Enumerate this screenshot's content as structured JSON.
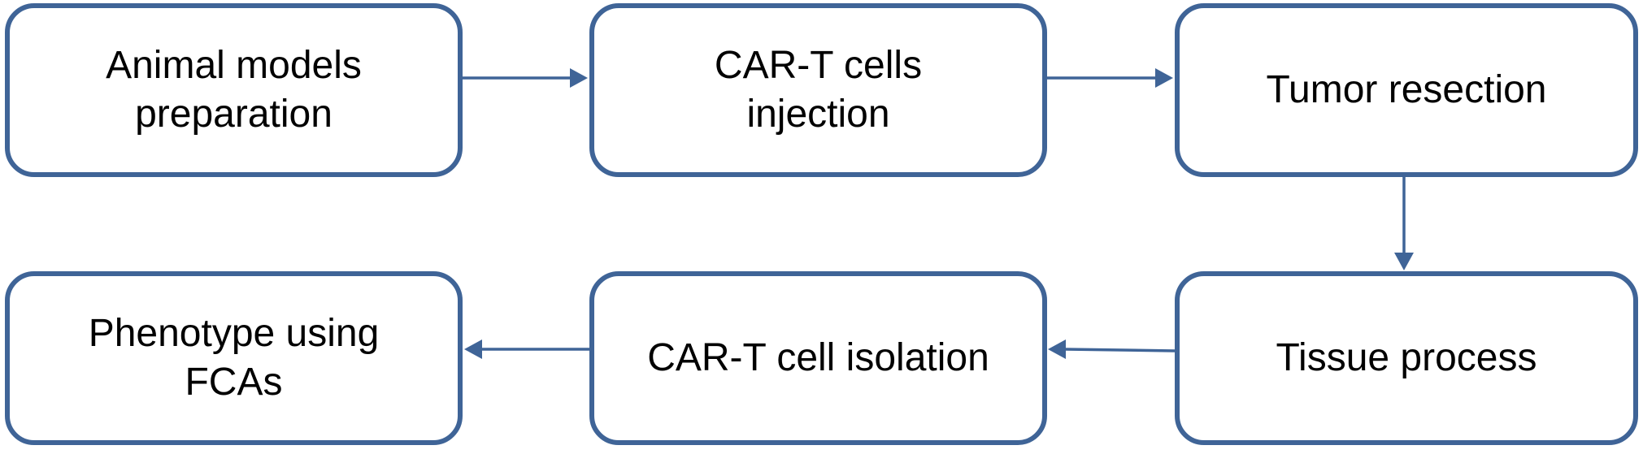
{
  "diagram": {
    "type": "flowchart",
    "accent_color": "#3f6497",
    "nodes": [
      {
        "id": "animal-models",
        "label": "Animal models\npreparation"
      },
      {
        "id": "cart-injection",
        "label": "CAR-T cells\ninjection"
      },
      {
        "id": "tumor-resection",
        "label": "Tumor resection"
      },
      {
        "id": "phenotype",
        "label": "Phenotype using\nFCAs"
      },
      {
        "id": "cell-isolation",
        "label": "CAR-T cell isolation"
      },
      {
        "id": "tissue-process",
        "label": "Tissue process"
      }
    ],
    "edges": [
      {
        "from": "animal-models",
        "to": "cart-injection"
      },
      {
        "from": "cart-injection",
        "to": "tumor-resection"
      },
      {
        "from": "tumor-resection",
        "to": "tissue-process"
      },
      {
        "from": "tissue-process",
        "to": "cell-isolation"
      },
      {
        "from": "cell-isolation",
        "to": "phenotype"
      }
    ]
  }
}
